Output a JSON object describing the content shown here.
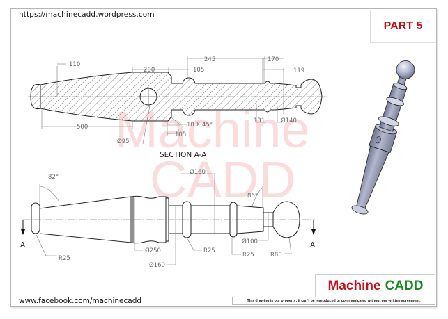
{
  "header": {
    "website": "https://machinecadd.wordpress.com",
    "part_label": "PART 5"
  },
  "watermark": {
    "line1": "Machine",
    "line2": "CADD"
  },
  "section_view": {
    "title": "SECTION A-A",
    "dimensions": {
      "d110": "110",
      "d200": "200",
      "d105_top": "105",
      "d245": "245",
      "d170": "170",
      "d119": "119",
      "d500": "500",
      "d95": "Ø95",
      "chamfer": "10 X 45°",
      "d105_bottom": "105",
      "d131": "131",
      "d140": "Ø140"
    }
  },
  "front_view": {
    "dimensions": {
      "angle82": "82°",
      "r25_left": "R25",
      "dia250": "Ø250",
      "dia160_bottom": "Ø160",
      "dia160_top": "Ø160",
      "angle86": "86°",
      "r25_mid": "R25",
      "r25_right": "R25",
      "dia100": "Ø100",
      "r80": "R80"
    },
    "section_marker_left": "A",
    "section_marker_right": "A"
  },
  "footer": {
    "facebook": "www.facebook.com/machinecadd",
    "brand_part1": "Machine",
    "brand_part2": "CADD",
    "disclaimer": "This drawing is our property; it can't be reproduced or communicated without our written agreement."
  },
  "colors": {
    "part_red": "#c0121b",
    "brand_green": "#1a8a24",
    "watermark": "#f08282",
    "model_fill": "#9aa0b8"
  }
}
